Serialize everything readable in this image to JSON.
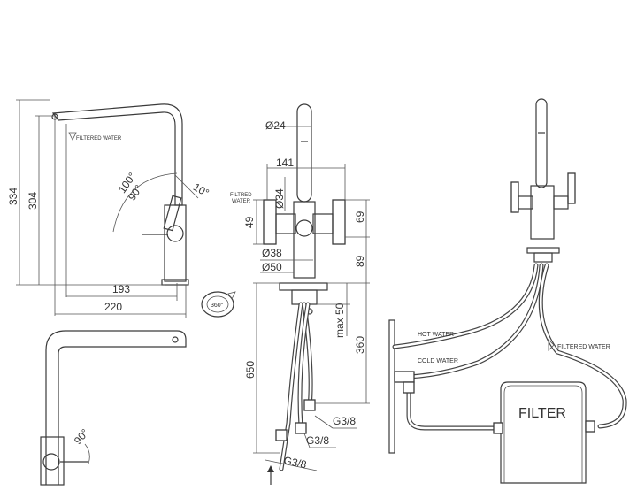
{
  "side_view": {
    "dims": {
      "h_total": "334",
      "h_inner": "304",
      "w_spout": "193",
      "w_total": "220"
    },
    "angles": {
      "a1": "100°",
      "a2": "90°",
      "a3": "10°"
    },
    "label_filtered": "FILTERED WATER"
  },
  "rotation_label": "360°",
  "front_view": {
    "dims": {
      "d_top": "24",
      "width_141": "141",
      "d_34": "34",
      "h_49": "49",
      "h_69": "69",
      "d_38": "38",
      "d_50": "50",
      "h_89": "89",
      "h_650": "650",
      "h_360": "360",
      "max_50": "max 50",
      "g1": "G3/8",
      "g2": "G3/8",
      "g3": "G3/8"
    },
    "diameter_symbol": "Ø",
    "label_filtered_1": "FILTRED",
    "label_filtered_2": "WATER"
  },
  "bottom_view": {
    "angle": "90°"
  },
  "install_view": {
    "hot_water": "HOT WATER",
    "cold_water": "COLD WATER",
    "filtered_water": "FILTERED WATER",
    "filter_label": "FILTER"
  }
}
